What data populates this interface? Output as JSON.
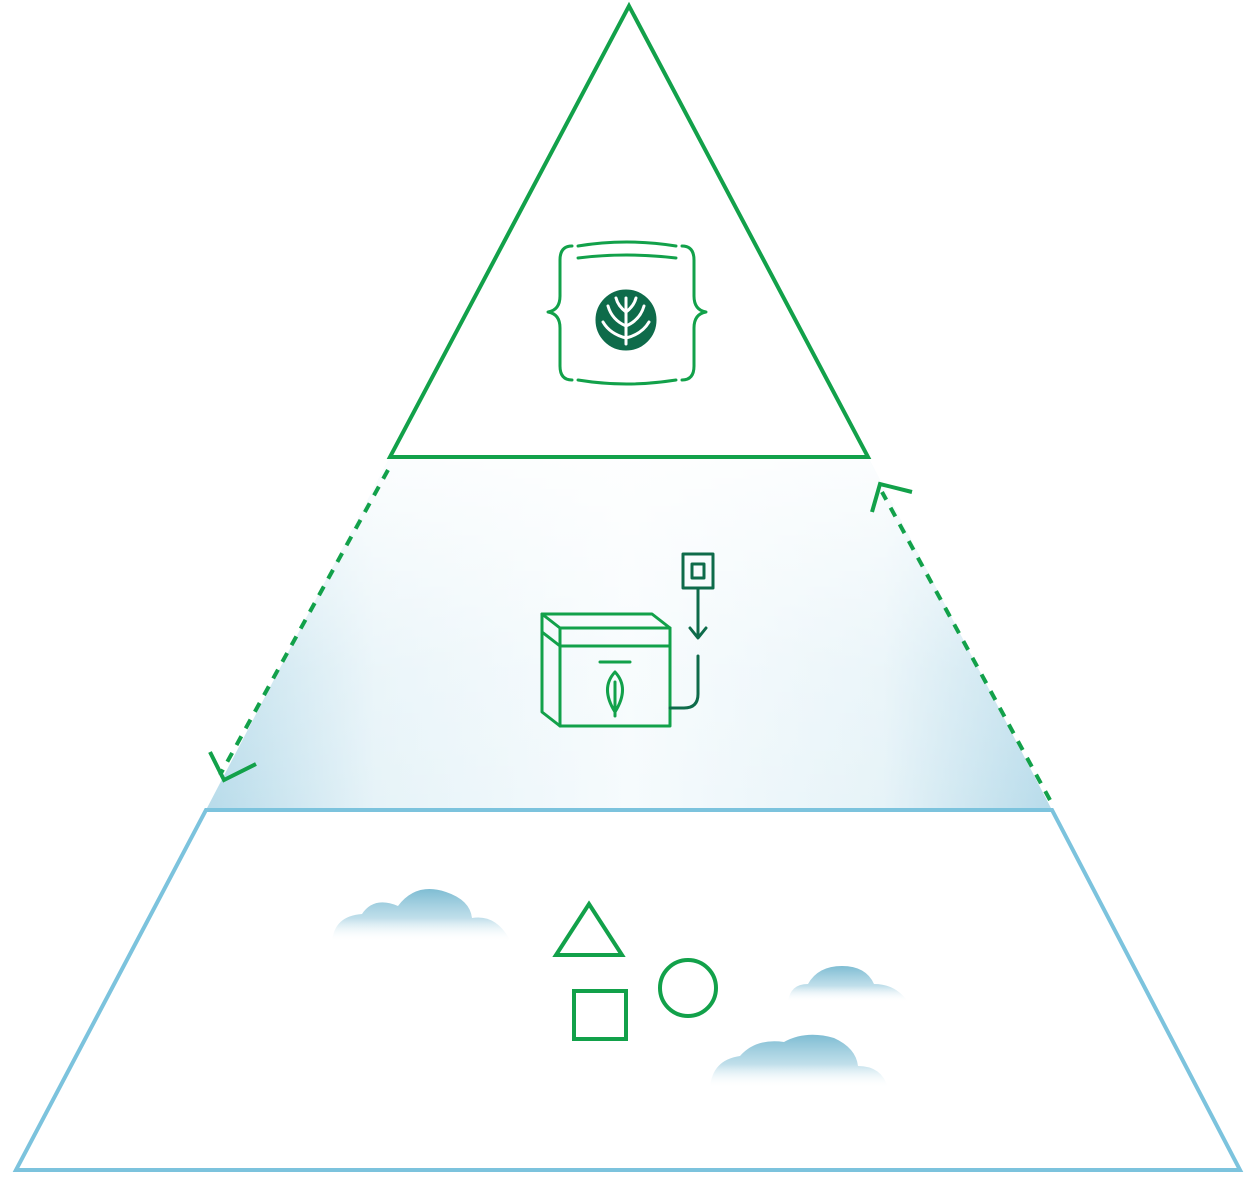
{
  "diagram": {
    "tiers": [
      {
        "id": "top",
        "icon": "document-database-leaf-icon"
      },
      {
        "id": "middle",
        "icon": "storage-box-plug-icon"
      },
      {
        "id": "bottom",
        "icon": "shapes-icon"
      }
    ],
    "decorations": [
      "cloud-icon",
      "cloud-icon",
      "cloud-icon"
    ],
    "arrows": [
      "dashed-arrow-down-left",
      "dashed-arrow-up-right"
    ],
    "colors": {
      "green": "#12a14a",
      "green_dark": "#0e6b4a",
      "blue_line": "#7cc3dd",
      "blue_fill": "#cfe8f2",
      "cloud": "#8cc4d8",
      "background": "#ffffff"
    }
  }
}
